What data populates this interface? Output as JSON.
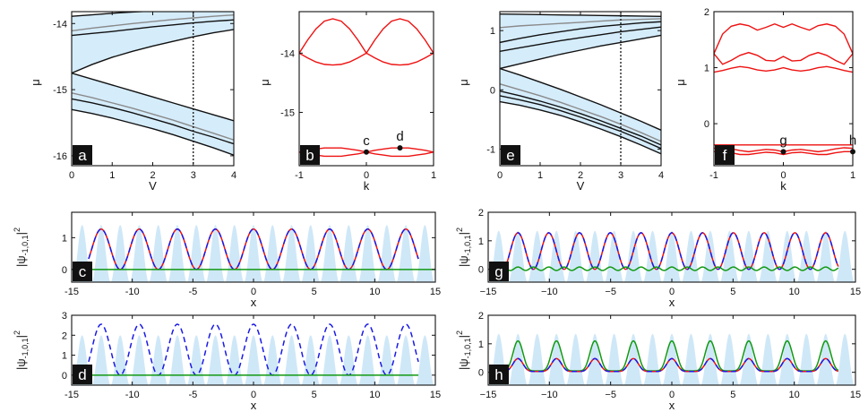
{
  "colors": {
    "fill": "#d5ecfb",
    "fill_edge": "#9db8cc",
    "band": "#111111",
    "band_gray": "#8a8a8a",
    "red": "#ee1111",
    "blue": "#1a1ae6",
    "green": "#119911",
    "lattice": "#cfe8f8"
  },
  "chart_data": [
    {
      "id": "a",
      "type": "line",
      "panel_label": "a",
      "xlabel": "V",
      "ylabel": "μ",
      "xlim": [
        0,
        4
      ],
      "ylim": [
        -16.15,
        -13.82
      ],
      "xticks": [
        0,
        1,
        2,
        3,
        4
      ],
      "xtick_labels": [
        "0",
        "1",
        "2",
        "3",
        "4"
      ],
      "yticks": [
        -16,
        -15,
        -14
      ],
      "ytick_labels": [
        "-16",
        "-15",
        "-14"
      ],
      "vline": 3,
      "x": [
        0,
        0.5,
        1,
        1.5,
        2,
        2.5,
        3,
        3.5,
        4
      ],
      "series": [
        {
          "values": [
            -13.89,
            -13.868,
            -13.845,
            -13.825,
            -13.81,
            -13.8,
            -13.795,
            -13.79,
            -13.785
          ],
          "color": "#111111"
        },
        {
          "values": [
            -14.11,
            -14.07,
            -14.035,
            -14.0,
            -13.97,
            -13.94,
            -13.915,
            -13.89,
            -13.87
          ],
          "color": "#8a8a8a"
        },
        {
          "values": [
            -14.18,
            -14.15,
            -14.12,
            -14.085,
            -14.05,
            -14.02,
            -13.99,
            -13.965,
            -13.945
          ],
          "color": "#111111"
        },
        {
          "values": [
            -14.75,
            -14.62,
            -14.51,
            -14.42,
            -14.34,
            -14.27,
            -14.2,
            -14.14,
            -14.09
          ],
          "color": "#111111"
        },
        {
          "values": [
            -14.75,
            -14.84,
            -14.93,
            -15.02,
            -15.11,
            -15.2,
            -15.29,
            -15.38,
            -15.47
          ],
          "color": "#111111"
        },
        {
          "values": [
            -15.05,
            -15.12,
            -15.2,
            -15.28,
            -15.37,
            -15.46,
            -15.56,
            -15.66,
            -15.76
          ],
          "color": "#8a8a8a"
        },
        {
          "values": [
            -15.14,
            -15.2,
            -15.27,
            -15.35,
            -15.44,
            -15.53,
            -15.63,
            -15.72,
            -15.82
          ],
          "color": "#111111"
        },
        {
          "values": [
            -15.3,
            -15.36,
            -15.43,
            -15.51,
            -15.59,
            -15.68,
            -15.78,
            -15.88,
            -15.99
          ],
          "color": "#111111"
        }
      ],
      "shaded": [
        [
          3,
          0
        ],
        [
          4,
          7
        ]
      ]
    },
    {
      "id": "b",
      "type": "line",
      "panel_label": "b",
      "xlabel": "k",
      "ylabel": "μ",
      "xlim": [
        -1,
        1
      ],
      "ylim": [
        -15.9,
        -13.3
      ],
      "xticks": [
        -1,
        0,
        1
      ],
      "xtick_labels": [
        "-1",
        "0",
        "1"
      ],
      "yticks": [
        -15,
        -14
      ],
      "ytick_labels": [
        "-15",
        "-14"
      ],
      "k": [
        -1,
        -0.875,
        -0.75,
        -0.625,
        -0.5,
        -0.375,
        -0.25,
        -0.125,
        0,
        0.125,
        0.25,
        0.375,
        0.5,
        0.625,
        0.75,
        0.875,
        1
      ],
      "series": [
        {
          "values": [
            -14.0,
            -13.78,
            -13.59,
            -13.46,
            -13.42,
            -13.46,
            -13.59,
            -13.78,
            -14.0,
            -13.78,
            -13.59,
            -13.46,
            -13.42,
            -13.46,
            -13.59,
            -13.78,
            -14.0
          ],
          "color": "#ee1111"
        },
        {
          "values": [
            -14.0,
            -14.08,
            -14.15,
            -14.19,
            -14.2,
            -14.19,
            -14.15,
            -14.08,
            -14.0,
            -14.08,
            -14.15,
            -14.19,
            -14.2,
            -14.19,
            -14.15,
            -14.08,
            -14.0
          ],
          "color": "#ee1111"
        },
        {
          "values": [
            -15.67,
            -15.64,
            -15.62,
            -15.6,
            -15.6,
            -15.6,
            -15.62,
            -15.64,
            -15.67,
            -15.64,
            -15.62,
            -15.6,
            -15.6,
            -15.6,
            -15.62,
            -15.64,
            -15.67
          ],
          "color": "#ee1111"
        },
        {
          "values": [
            -15.67,
            -15.7,
            -15.72,
            -15.74,
            -15.74,
            -15.74,
            -15.72,
            -15.7,
            -15.67,
            -15.7,
            -15.72,
            -15.74,
            -15.74,
            -15.74,
            -15.72,
            -15.7,
            -15.67
          ],
          "color": "#ee1111"
        }
      ],
      "points": [
        {
          "label": "c",
          "k": 0,
          "mu": -15.67
        },
        {
          "label": "d",
          "k": 0.5,
          "mu": -15.6
        }
      ]
    },
    {
      "id": "e",
      "type": "line",
      "panel_label": "e",
      "xlabel": "V",
      "ylabel": "μ",
      "xlim": [
        0,
        4
      ],
      "ylim": [
        -1.28,
        1.32
      ],
      "xticks": [
        0,
        1,
        2,
        3,
        4
      ],
      "xtick_labels": [
        "0",
        "1",
        "2",
        "3",
        "4"
      ],
      "yticks": [
        -1,
        0,
        1
      ],
      "ytick_labels": [
        "-1",
        "0",
        "1"
      ],
      "vline": 3,
      "x": [
        0,
        0.5,
        1,
        1.5,
        2,
        2.5,
        3,
        3.5,
        4
      ],
      "series": [
        {
          "values": [
            1.28,
            1.275,
            1.27,
            1.265,
            1.26,
            1.255,
            1.25,
            1.245,
            1.24
          ],
          "color": "#111111"
        },
        {
          "values": [
            1.05,
            1.08,
            1.1,
            1.12,
            1.14,
            1.16,
            1.18,
            1.19,
            1.2
          ],
          "color": "#8a8a8a"
        },
        {
          "values": [
            0.8,
            0.87,
            0.93,
            0.98,
            1.03,
            1.07,
            1.1,
            1.13,
            1.15
          ],
          "color": "#111111"
        },
        {
          "values": [
            0.65,
            0.71,
            0.77,
            0.83,
            0.88,
            0.93,
            0.98,
            1.02,
            1.06
          ],
          "color": "#111111"
        },
        {
          "values": [
            0.36,
            0.44,
            0.52,
            0.6,
            0.67,
            0.74,
            0.8,
            0.86,
            0.92
          ],
          "color": "#111111"
        },
        {
          "values": [
            0.36,
            0.25,
            0.13,
            0.01,
            -0.12,
            -0.25,
            -0.39,
            -0.53,
            -0.68
          ],
          "color": "#111111"
        },
        {
          "values": [
            0.1,
            0.0,
            -0.1,
            -0.21,
            -0.33,
            -0.45,
            -0.58,
            -0.72,
            -0.87
          ],
          "color": "#8a8a8a"
        },
        {
          "values": [
            -0.02,
            -0.1,
            -0.19,
            -0.29,
            -0.4,
            -0.52,
            -0.65,
            -0.78,
            -0.93
          ],
          "color": "#111111"
        },
        {
          "values": [
            -0.1,
            -0.17,
            -0.25,
            -0.35,
            -0.46,
            -0.58,
            -0.7,
            -0.84,
            -0.99
          ],
          "color": "#111111"
        },
        {
          "values": [
            -0.2,
            -0.26,
            -0.34,
            -0.43,
            -0.54,
            -0.66,
            -0.79,
            -0.93,
            -1.08
          ],
          "color": "#111111"
        }
      ],
      "shaded": [
        [
          4,
          0
        ],
        [
          9,
          5
        ]
      ]
    },
    {
      "id": "f",
      "type": "line",
      "panel_label": "f",
      "xlabel": "k",
      "ylabel": "μ",
      "xlim": [
        -1,
        1
      ],
      "ylim": [
        -0.75,
        2.0
      ],
      "xticks": [
        -1,
        0,
        1
      ],
      "xtick_labels": [
        "-1",
        "0",
        "1"
      ],
      "yticks": [
        0,
        1,
        2
      ],
      "ytick_labels": [
        "0",
        "1",
        "2"
      ],
      "k": [
        -1,
        -0.875,
        -0.75,
        -0.625,
        -0.5,
        -0.375,
        -0.25,
        -0.125,
        0,
        0.125,
        0.25,
        0.375,
        0.5,
        0.625,
        0.75,
        0.875,
        1
      ],
      "series": [
        {
          "values": [
            1.25,
            1.6,
            1.74,
            1.78,
            1.75,
            1.67,
            1.72,
            1.78,
            1.72,
            1.78,
            1.72,
            1.67,
            1.75,
            1.78,
            1.74,
            1.6,
            1.25
          ],
          "color": "#ee1111"
        },
        {
          "values": [
            1.25,
            1.06,
            1.13,
            1.22,
            1.27,
            1.22,
            1.13,
            1.12,
            1.2,
            1.12,
            1.13,
            1.22,
            1.27,
            1.22,
            1.13,
            1.06,
            1.25
          ],
          "color": "#ee1111"
        },
        {
          "values": [
            0.92,
            0.95,
            0.99,
            1.02,
            1.0,
            0.96,
            0.94,
            0.96,
            1.0,
            0.96,
            0.94,
            0.96,
            1.0,
            1.02,
            0.99,
            0.95,
            0.92
          ],
          "color": "#ee1111"
        },
        {
          "values": [
            -0.38,
            -0.38,
            -0.38,
            -0.38,
            -0.38,
            -0.38,
            -0.38,
            -0.38,
            -0.38,
            -0.38,
            -0.38,
            -0.38,
            -0.38,
            -0.38,
            -0.38,
            -0.38,
            -0.38
          ],
          "color": "#ee1111"
        },
        {
          "values": [
            -0.44,
            -0.43,
            -0.45,
            -0.48,
            -0.5,
            -0.48,
            -0.46,
            -0.47,
            -0.5,
            -0.47,
            -0.46,
            -0.48,
            -0.5,
            -0.48,
            -0.45,
            -0.43,
            -0.44
          ],
          "color": "#ee1111"
        },
        {
          "values": [
            -0.5,
            -0.5,
            -0.52,
            -0.55,
            -0.55,
            -0.53,
            -0.51,
            -0.52,
            -0.55,
            -0.52,
            -0.51,
            -0.53,
            -0.55,
            -0.55,
            -0.52,
            -0.5,
            -0.5
          ],
          "color": "#ee1111"
        }
      ],
      "points": [
        {
          "label": "g",
          "k": 0,
          "mu": -0.5
        },
        {
          "label": "h",
          "k": 1,
          "mu": -0.5
        }
      ]
    },
    {
      "id": "c",
      "type": "line",
      "panel_label": "c",
      "xlabel": "x",
      "ylabel": "|ψ-1,0,1|²",
      "ylabel_parts": {
        "base": "|ψ",
        "sub": "-1,0,1",
        "tail": "|",
        "sup": "2"
      },
      "xlim": [
        -15,
        15
      ],
      "ylim": [
        -0.4,
        1.8
      ],
      "xticks": [
        -15,
        -10,
        -5,
        0,
        5,
        10,
        15
      ],
      "xtick_labels": [
        "-15",
        "-10",
        "-5",
        "0",
        "5",
        "10",
        "15"
      ],
      "yticks": [
        0,
        1
      ],
      "ytick_labels": [
        "0",
        "1"
      ],
      "lattice": {
        "period": 1.5708,
        "amplitude": 1.8
      },
      "series": [
        {
          "kind": "peaks",
          "style": "solid",
          "color": "#ee1111",
          "base": 0,
          "amplitude": 1.27,
          "period": 3.1416,
          "center": 0,
          "span": [
            -13.6,
            13.6
          ],
          "sharp": 2
        },
        {
          "kind": "peaks",
          "style": "dashed",
          "color": "#1a1ae6",
          "base": 0,
          "amplitude": 1.27,
          "period": 3.1416,
          "center": 0,
          "span": [
            -13.6,
            13.6
          ],
          "sharp": 2
        },
        {
          "kind": "flat",
          "style": "solid",
          "color": "#119911",
          "value": 0,
          "span": [
            -15,
            15
          ]
        }
      ]
    },
    {
      "id": "d",
      "type": "line",
      "panel_label": "d",
      "xlabel": "x",
      "ylabel": "|ψ-1,0,1|²",
      "ylabel_parts": {
        "base": "|ψ",
        "sub": "-1,0,1",
        "tail": "|",
        "sup": "2"
      },
      "xlim": [
        -15,
        15
      ],
      "ylim": [
        -0.5,
        3.0
      ],
      "xticks": [
        -15,
        -10,
        -5,
        0,
        5,
        10,
        15
      ],
      "xtick_labels": [
        "-15",
        "-10",
        "-5",
        "0",
        "5",
        "10",
        "15"
      ],
      "yticks": [
        0,
        1,
        2,
        3
      ],
      "ytick_labels": [
        "0",
        "1",
        "2",
        "3"
      ],
      "lattice": {
        "period": 1.5708,
        "amplitude": 2.5
      },
      "series": [
        {
          "kind": "peaks",
          "style": "dashed",
          "color": "#1a1ae6",
          "base": 0,
          "amplitude": 2.55,
          "period": 3.1416,
          "center": 0,
          "span": [
            -13.6,
            13.6
          ],
          "sharp": 2
        },
        {
          "kind": "flat",
          "style": "solid",
          "color": "#119911",
          "value": 0,
          "span": [
            -13.6,
            13.6
          ]
        }
      ]
    },
    {
      "id": "g",
      "type": "line",
      "panel_label": "g",
      "xlabel": "x",
      "ylabel": "|ψ-1,0,1|²",
      "ylabel_parts": {
        "base": "|ψ",
        "sub": "-1,0,1",
        "tail": "|",
        "sup": "2"
      },
      "xlim": [
        -15,
        15
      ],
      "ylim": [
        -0.45,
        2.0
      ],
      "xticks": [
        -15,
        -10,
        -5,
        0,
        5,
        10,
        15
      ],
      "xtick_labels": [
        "−15",
        "−10",
        "−5",
        "0",
        "5",
        "10",
        "15"
      ],
      "yticks": [
        0,
        1,
        2
      ],
      "ytick_labels": [
        "0",
        "1",
        "2"
      ],
      "lattice": {
        "period": 1.5708,
        "amplitude": 1.8
      },
      "series": [
        {
          "kind": "peaks",
          "style": "solid",
          "color": "#ee1111",
          "base": 0,
          "amplitude": 1.28,
          "period": 2.5133,
          "center": 0,
          "span": [
            -13.6,
            13.6
          ],
          "sharp": 2
        },
        {
          "kind": "peaks",
          "style": "dashed",
          "color": "#1a1ae6",
          "base": 0,
          "amplitude": 1.28,
          "period": 2.5133,
          "center": 0,
          "span": [
            -13.6,
            13.6
          ],
          "sharp": 2
        },
        {
          "kind": "ripple",
          "style": "solid",
          "color": "#119911",
          "base": 0.02,
          "amplitude": 0.06,
          "period": 1.2566,
          "span": [
            -13.6,
            13.6
          ]
        }
      ]
    },
    {
      "id": "h",
      "type": "line",
      "panel_label": "h",
      "xlabel": "x",
      "ylabel": "|ψ-1,0,1|²",
      "ylabel_parts": {
        "base": "|ψ",
        "sub": "-1,0,1",
        "tail": "|",
        "sup": "2"
      },
      "xlim": [
        -15,
        15
      ],
      "ylim": [
        -0.45,
        2.0
      ],
      "xticks": [
        -15,
        -10,
        -5,
        0,
        5,
        10,
        15
      ],
      "xtick_labels": [
        "−15",
        "−10",
        "−5",
        "0",
        "5",
        "10",
        "15"
      ],
      "yticks": [
        0,
        1,
        2
      ],
      "ytick_labels": [
        "0",
        "1",
        "2"
      ],
      "lattice": {
        "period": 1.5708,
        "amplitude": 1.8
      },
      "series": [
        {
          "kind": "peaks",
          "style": "solid",
          "color": "#119911",
          "base": 0.05,
          "amplitude": 1.05,
          "period": 3.1416,
          "center": 0,
          "span": [
            -13.6,
            13.6
          ],
          "sharp": 6
        },
        {
          "kind": "peaks",
          "style": "solid",
          "color": "#ee1111",
          "base": 0.03,
          "amplitude": 0.45,
          "period": 3.1416,
          "center": 0,
          "span": [
            -13.6,
            13.6
          ],
          "sharp": 6
        },
        {
          "kind": "peaks",
          "style": "dashed",
          "color": "#1a1ae6",
          "base": 0.03,
          "amplitude": 0.45,
          "period": 3.1416,
          "center": 0,
          "span": [
            -13.6,
            13.6
          ],
          "sharp": 6
        }
      ]
    }
  ]
}
